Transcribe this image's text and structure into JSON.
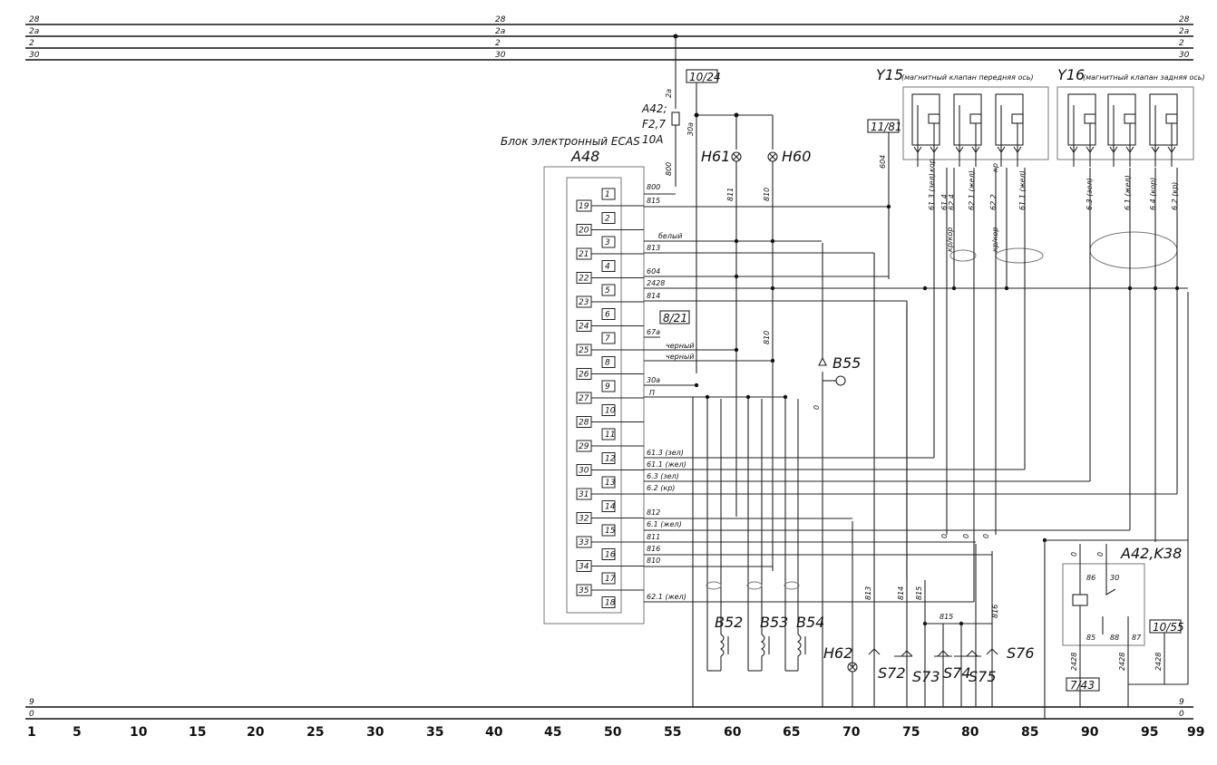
{
  "rails_top": {
    "rail_28": "28",
    "rail_2a": "2a",
    "rail_2": "2",
    "rail_30": "30"
  },
  "rails_bottom": {
    "rail_9": "9",
    "rail_0": "0"
  },
  "ecu": {
    "title": "Блок электронный ECAS",
    "designator": "A48",
    "left_pins": [
      "19",
      "20",
      "21",
      "22",
      "23",
      "24",
      "25",
      "26",
      "27",
      "28",
      "29",
      "30",
      "31",
      "32",
      "33",
      "34",
      "35"
    ],
    "right_pins": [
      "1",
      "2",
      "3",
      "4",
      "5",
      "6",
      "7",
      "8",
      "9",
      "10",
      "11",
      "12",
      "13",
      "14",
      "15",
      "16",
      "17",
      "18"
    ]
  },
  "fuse": {
    "ref": "A42;",
    "name": "F2,7",
    "rating": "10A",
    "wire_in": "2a",
    "wire_out": "800",
    "wire_30a": "30a"
  },
  "refs": {
    "ref_10_24": "10/24",
    "ref_11_81": "11/81",
    "ref_8_21": "8/21",
    "ref_7_43": "7/43",
    "ref_10_55": "10/55"
  },
  "wires": {
    "w800": "800",
    "w815": "815",
    "white": "белый",
    "w813": "813",
    "w604": "604",
    "w2428": "2428",
    "w814": "814",
    "w67a": "67a",
    "black1": "черный",
    "black2": "черный",
    "w30a": "30a",
    "wP": "П",
    "w613": "61.3 (зел)",
    "w611": "61.1 (жел)",
    "w63": "6.3 (зел)",
    "w62": "6.2 (кр)",
    "w812": "812",
    "w61": "6.1 (жел)",
    "w811": "811",
    "w816": "816",
    "w810": "810",
    "w621": "62.1 (жел)",
    "v811": "811",
    "v810": "810",
    "v810b": "810",
    "v604": "604",
    "v0": "0",
    "v813": "813",
    "v814": "814",
    "v815": "815",
    "v815h": "815",
    "v816": "816",
    "kor": "кор",
    "kp": "кр",
    "y15_613": "61.3 (зел)",
    "y15_614": "61.4",
    "y15_624": "62.4",
    "y15_621": "62.1 (жел)",
    "y15_622": "62.2",
    "y15_611": "61.1 (жел)",
    "kpkor1": "кр/кор",
    "kpkor2": "кр/кор",
    "y16_63": "6.3 (зел)",
    "y16_61": "6.1 (жел)",
    "y16_64": "6.4 (кор)",
    "y16_62": "6.2 (кр)",
    "z1": "0",
    "z2": "0",
    "z3": "0",
    "z4": "0",
    "z5": "0",
    "w2428a": "2428",
    "w2428b": "2428",
    "w2428c": "2428"
  },
  "components": {
    "H61": "H61",
    "H60": "H60",
    "H62": "H62",
    "B55": "B55",
    "B52": "B52",
    "B53": "B53",
    "B54": "B54",
    "S72": "S72",
    "S73": "S73",
    "S74": "S74",
    "S75": "S75",
    "S76": "S76",
    "Y15": "Y15",
    "Y15_desc": "(магнитный клапан передняя ось)",
    "Y16": "Y16",
    "Y16_desc": "(магнитный клапан задняя ось)",
    "relay": "A42,K38",
    "relay_86": "86",
    "relay_30": "30",
    "relay_85": "85",
    "relay_88": "88",
    "relay_87": "87"
  },
  "axis": {
    "ticks": [
      "1",
      "5",
      "10",
      "15",
      "20",
      "25",
      "30",
      "35",
      "40",
      "45",
      "50",
      "55",
      "60",
      "65",
      "70",
      "75",
      "80",
      "85",
      "90",
      "95",
      "99"
    ]
  }
}
